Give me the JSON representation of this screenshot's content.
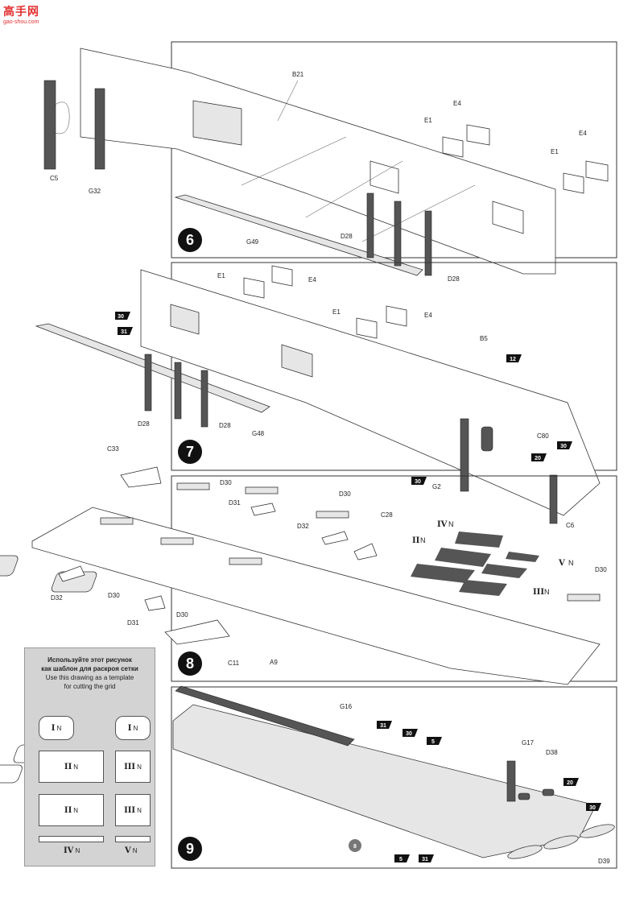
{
  "watermark": {
    "title": "高手网",
    "url": "gao-shou.com"
  },
  "steps": {
    "s6": {
      "number": "6"
    },
    "s7": {
      "number": "7"
    },
    "s8": {
      "number": "8"
    },
    "s9": {
      "number": "9"
    }
  },
  "parts": {
    "B21": "B21",
    "E4": "E4",
    "E1": "E1",
    "C5": "C5",
    "G32": "G32",
    "G49": "G49",
    "D28": "D28",
    "B5": "B5",
    "C80": "C80",
    "G2": "G2",
    "C6": "C6",
    "G48": "G48",
    "C33": "C33",
    "D30": "D30",
    "D31": "D31",
    "D32": "D32",
    "C28": "C28",
    "C11": "C11",
    "A9": "A9",
    "G16": "G16",
    "G17": "G17",
    "D38": "D38",
    "D39": "D39"
  },
  "stars": {
    "n12": "12",
    "n20": "20",
    "n30": "30",
    "n31": "31",
    "n5": "5",
    "ref8": "8"
  },
  "grids": {
    "I": "I",
    "II": "II",
    "III": "III",
    "IV": "IV",
    "V": "V",
    "N": "N"
  },
  "template": {
    "line1": "Используйте этот рисунок",
    "line2": "как шаблон для раскроя сетки",
    "line3": "Use this drawing as a template",
    "line4": "for cutting the grid"
  },
  "colors": {
    "watermark": "#e23030",
    "badge": "#111111",
    "template_bg": "#d3d3d3"
  }
}
